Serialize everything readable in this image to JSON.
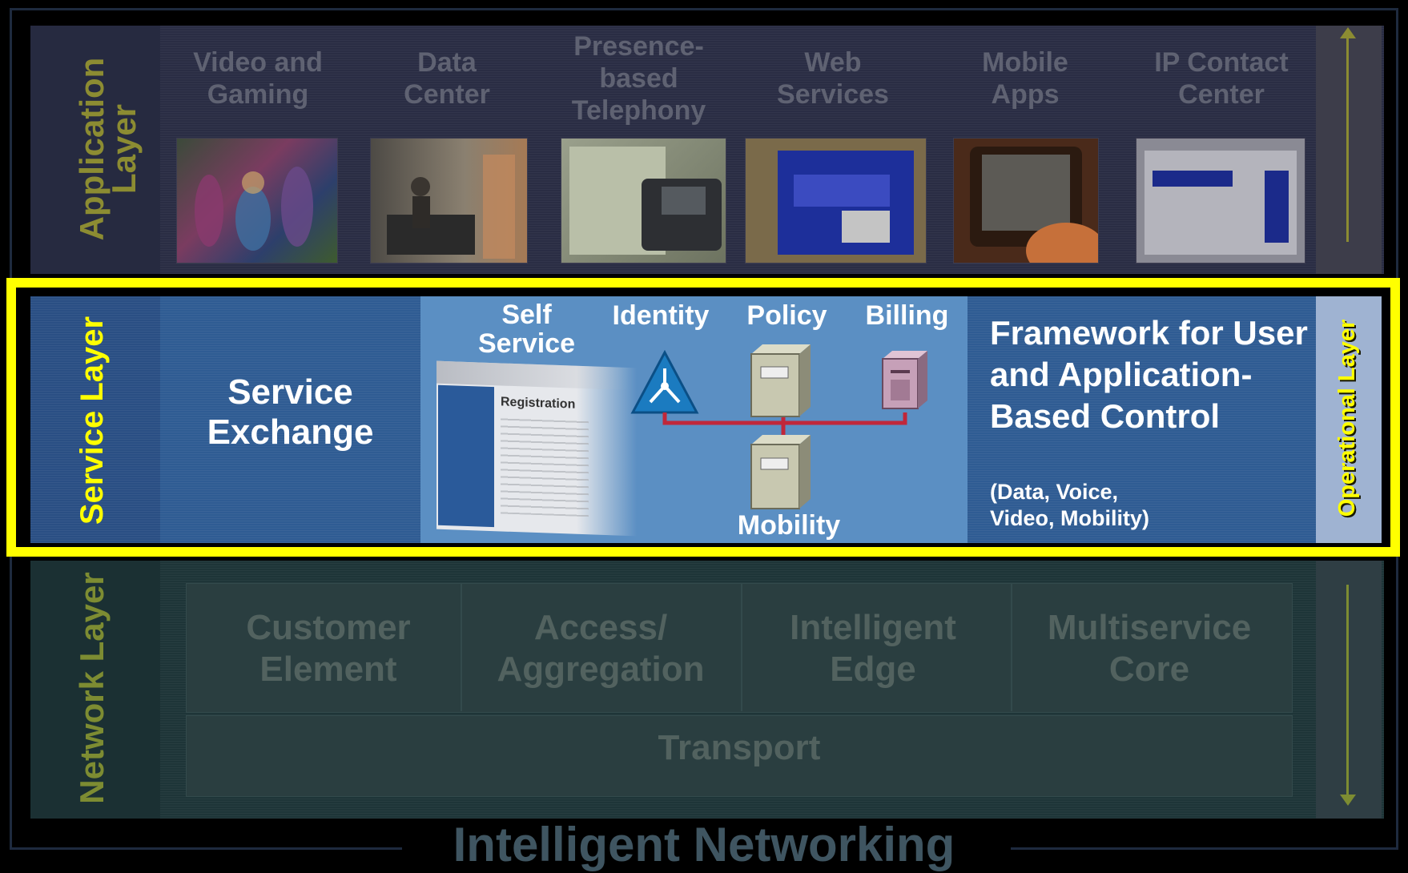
{
  "footer": {
    "title": "Intelligent Networking"
  },
  "application_layer": {
    "label": "Application Layer",
    "items": [
      {
        "title": "Video and Gaming"
      },
      {
        "title": "Data Center"
      },
      {
        "title": "Presence-based Telephony"
      },
      {
        "title": "Web Services"
      },
      {
        "title": "Mobile Apps"
      },
      {
        "title": "IP Contact Center"
      }
    ]
  },
  "service_layer": {
    "label": "Service Layer",
    "exchange": "Service Exchange",
    "self_service": "Self Service",
    "registration_screenshot_title": "Registration",
    "identity": "Identity",
    "policy": "Policy",
    "billing": "Billing",
    "mobility": "Mobility",
    "framework": "Framework for User and Application-Based Control",
    "framework_sub": "(Data, Voice, Video, Mobility)"
  },
  "operational_layer": {
    "label": "Operational Layer"
  },
  "network_layer": {
    "label": "Network Layer",
    "items": [
      {
        "title": "Customer Element"
      },
      {
        "title": "Access/ Aggregation"
      },
      {
        "title": "Intelligent Edge"
      },
      {
        "title": "Multiservice Core"
      }
    ],
    "transport": "Transport"
  },
  "colors": {
    "highlight": "#ffff00",
    "service_blue": "#2f5c93",
    "dim_label": "#8c8c32",
    "connector_red": "#c0273a"
  }
}
